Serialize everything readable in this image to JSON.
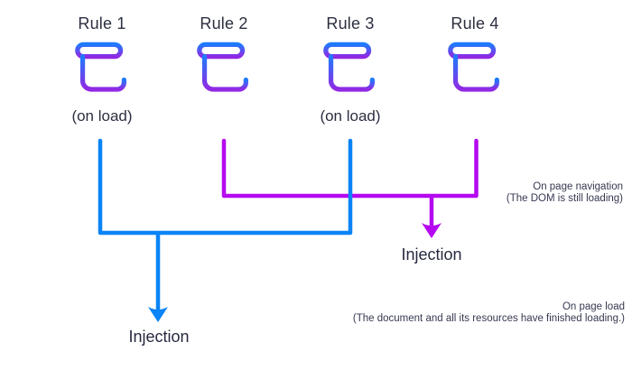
{
  "rules": [
    {
      "label": "Rule 1",
      "sublabel": "(on load)"
    },
    {
      "label": "Rule 2",
      "sublabel": ""
    },
    {
      "label": "Rule 3",
      "sublabel": "(on load)"
    },
    {
      "label": "Rule 4",
      "sublabel": ""
    }
  ],
  "timelines": [
    {
      "title": "On page navigation",
      "subtitle": "(The DOM is still loading)"
    },
    {
      "title": "On page load",
      "subtitle": "(The document and all its resources have finished loading.)"
    }
  ],
  "injections": {
    "dom_label": "Injection",
    "load_label": "Injection"
  },
  "colors": {
    "blue": "#0a84f6",
    "magenta": "#b409f0",
    "icon_gradient_top": "#1e7bfd",
    "icon_gradient_bottom": "#9129e4",
    "timeline_gray": "#9c9cab",
    "text_dark": "#2c2f40"
  }
}
